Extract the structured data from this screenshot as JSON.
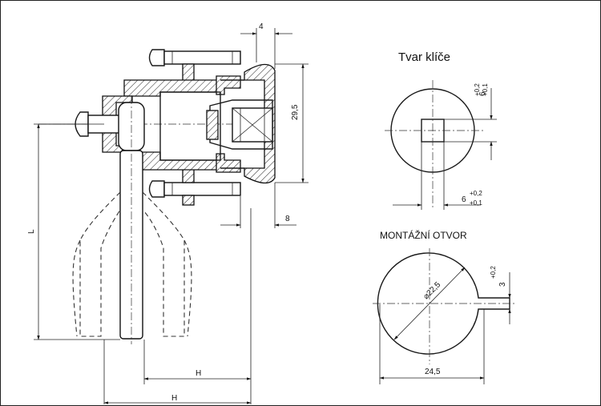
{
  "views": {
    "key_shape": {
      "title": "Tvar klíče",
      "dim_vertical": "6",
      "dim_vertical_tol_upper": "+0,2",
      "dim_vertical_tol_lower": "+0,1",
      "dim_horizontal": "6",
      "dim_horizontal_tol_upper": "+0,2",
      "dim_horizontal_tol_lower": "+0,1"
    },
    "mounting_hole": {
      "title": "MONTÁŽNÍ OTVOR",
      "diameter": "⌀22,5",
      "width": "24,5",
      "slot": "3",
      "slot_tol": "+0,2"
    },
    "assembly": {
      "dim_top": "4",
      "dim_height": "29,5",
      "dim_right": "8",
      "dim_length": "L",
      "dim_h_upper": "H",
      "dim_h_lower": "H"
    }
  }
}
